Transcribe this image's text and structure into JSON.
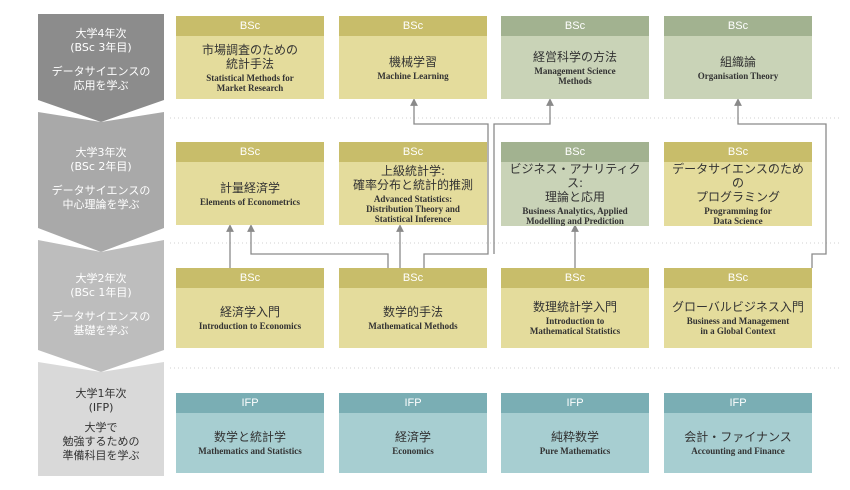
{
  "years": [
    {
      "level": "大学4年次",
      "bsc": "(BSc 3年目)",
      "desc1": "データサイエンスの",
      "desc2": "応用を学ぶ"
    },
    {
      "level": "大学3年次",
      "bsc": "(BSc 2年目)",
      "desc1": "データサイエンスの",
      "desc2": "中心理論を学ぶ"
    },
    {
      "level": "大学2年次",
      "bsc": "(BSc 1年目)",
      "desc1": "データサイエンスの",
      "desc2": "基礎を学ぶ"
    },
    {
      "level": "大学1年次",
      "bsc": "(IFP)",
      "desc1": "大学で",
      "desc2": "勉強するための",
      "desc3": "準備科目を学ぶ"
    }
  ],
  "rows": {
    "year4": [
      {
        "tag": "BSc",
        "jp1": "市場調査のための",
        "jp2": "統計手法",
        "en1": "Statistical Methods for",
        "en2": "Market Research"
      },
      {
        "tag": "BSc",
        "jp1": "機械学習",
        "jp2": "",
        "en1": "Machine Learning",
        "en2": ""
      },
      {
        "tag": "BSc",
        "jp1": "経営科学の方法",
        "jp2": "",
        "en1": "Management Science",
        "en2": "Methods"
      },
      {
        "tag": "BSc",
        "jp1": "組織論",
        "jp2": "",
        "en1": "Organisation Theory",
        "en2": ""
      }
    ],
    "year3": [
      {
        "tag": "BSc",
        "jp1": "計量経済学",
        "jp2": "",
        "en1": "Elements of Econometrics",
        "en2": "",
        "en3": ""
      },
      {
        "tag": "BSc",
        "jp1": "上級統計学:",
        "jp2": "確率分布と統計的推測",
        "en1": "Advanced Statistics:",
        "en2": "Distribution Theory and",
        "en3": "Statistical Inference"
      },
      {
        "tag": "BSc",
        "jp1": "ビジネス・アナリティクス:",
        "jp2": "理論と応用",
        "en1": "Business Analytics, Applied",
        "en2": "Modelling and Prediction",
        "en3": ""
      },
      {
        "tag": "BSc",
        "jp1": "データサイエンスのための",
        "jp2": "プログラミング",
        "en1": "Programming for",
        "en2": "Data Science",
        "en3": ""
      }
    ],
    "year2": [
      {
        "tag": "BSc",
        "jp1": "経済学入門",
        "en1": "Introduction to Economics",
        "en2": ""
      },
      {
        "tag": "BSc",
        "jp1": "数学的手法",
        "en1": "Mathematical Methods",
        "en2": ""
      },
      {
        "tag": "BSc",
        "jp1": "数理統計学入門",
        "en1": "Introduction to",
        "en2": "Mathematical Statistics"
      },
      {
        "tag": "BSc",
        "jp1": "グローバルビジネス入門",
        "en1": "Business and Management",
        "en2": "in a Global Context"
      }
    ],
    "year1": [
      {
        "tag": "IFP",
        "jp1": "数学と統計学",
        "en1": "Mathematics and Statistics"
      },
      {
        "tag": "IFP",
        "jp1": "経済学",
        "en1": "Economics"
      },
      {
        "tag": "IFP",
        "jp1": "純粋数学",
        "en1": "Pure Mathematics"
      },
      {
        "tag": "IFP",
        "jp1": "会計・ファイナンス",
        "en1": "Accounting and Finance"
      }
    ]
  },
  "colors": {
    "year4_arrow": "#8c8c8c",
    "year3_arrow": "#a9a9a9",
    "year2_arrow": "#bdbdbd",
    "year1_arrow": "#d9d9d9",
    "connector": "#8a8a8a",
    "divider": "#cfcfcf"
  }
}
